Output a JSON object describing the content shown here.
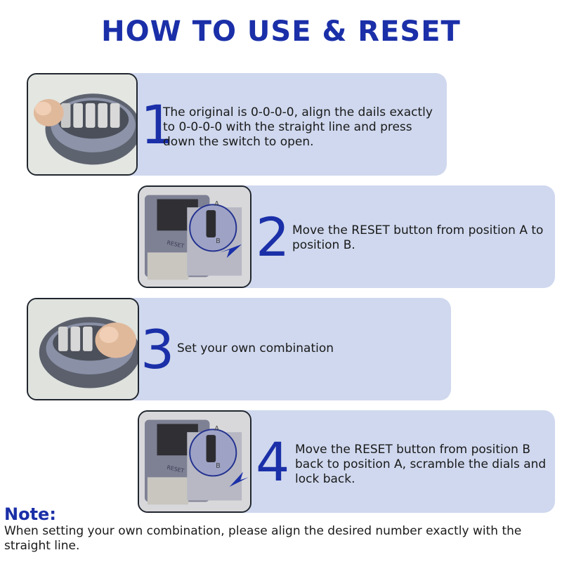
{
  "title": "HOW TO USE & RESET",
  "steps": [
    {
      "number": "1",
      "text": "The original is 0-0-0-0, align the dails exactly to 0-0-0-0 with the straight line and press down the switch to open."
    },
    {
      "number": "2",
      "text": "Move the RESET button from position A to position B."
    },
    {
      "number": "3",
      "text": "Set your own combination"
    },
    {
      "number": "4",
      "text": "Move the RESET button from position B back to position A, scramble the dials and lock back."
    }
  ],
  "photo_labels": {
    "reset": "RESET",
    "a": "A",
    "b": "B"
  },
  "note": {
    "label": "Note:",
    "text": "When setting your own combination, please align the desired number exactly with the straight line."
  },
  "colors": {
    "accent": "#1a2fa8",
    "card": "#cfd8ee"
  }
}
